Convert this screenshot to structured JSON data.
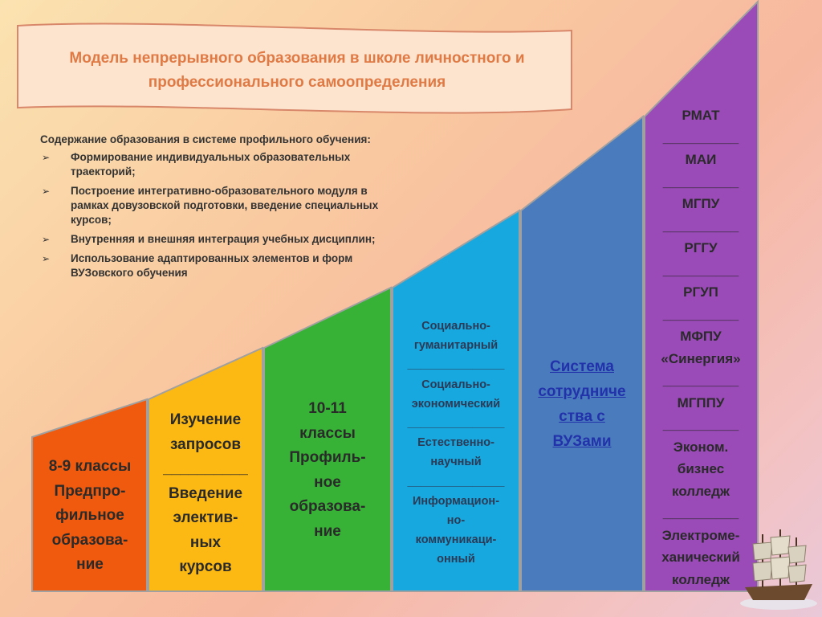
{
  "title": {
    "line1": "Модель непрерывного образования в школе личностного и",
    "line2": "профессионального самоопределения"
  },
  "content": {
    "heading": "Содержание образования в системе профильного обучения:",
    "items": [
      {
        "line1": "Формирование индивидуальных образовательных",
        "line2": "траекторий;",
        "line3": ""
      },
      {
        "line1": "Построение интегративно-образовательного модуля в",
        "line2": "рамках довузовской подготовки, введение специальных",
        "line3": "курсов;"
      },
      {
        "line1": "Внутренняя и внешняя интеграция учебных дисциплин;",
        "line2": "",
        "line3": ""
      },
      {
        "line1": "Использование адаптированных элементов и форм",
        "line2": "ВУЗовского обучения",
        "line3": ""
      }
    ]
  },
  "steps": [
    {
      "color": "#ef5a0e",
      "lines": [
        "8-9 классы",
        "Предпро-",
        "фильное",
        "образова-",
        "ние"
      ]
    },
    {
      "color": "#fdb913",
      "lines": [
        "Изучение",
        "запросов",
        "__________",
        "Введение",
        "электив-",
        "ных",
        "курсов"
      ]
    },
    {
      "color": "#37b236",
      "lines": [
        "10-11",
        "классы",
        "Профиль-",
        "ное",
        "образова-",
        "ние"
      ]
    },
    {
      "color": "#17a8df",
      "lines": [
        "Социально-",
        "гуманитарный",
        "_______________",
        "Социально-",
        "экономический",
        "_______________",
        "Естественно-",
        "научный",
        "_______________",
        "Информацион-",
        "но-",
        "коммуникаци-",
        "онный"
      ]
    },
    {
      "color": "#4a7bbd",
      "lines": [
        "Система",
        "сотрудниче",
        "ства с",
        "ВУЗами"
      ]
    },
    {
      "color": "#9a4bb8",
      "lines": [
        "РМАТ",
        "__________",
        "МАИ",
        "__________",
        "МГПУ",
        "__________",
        "РГГУ",
        "__________",
        "РГУП",
        "__________",
        "МФПУ",
        "«Синергия»",
        "__________",
        "МГППУ",
        "__________",
        "Эконом.",
        "бизнес",
        "колледж",
        "__________",
        "Электроме-",
        "ханический",
        "колледж"
      ]
    }
  ]
}
